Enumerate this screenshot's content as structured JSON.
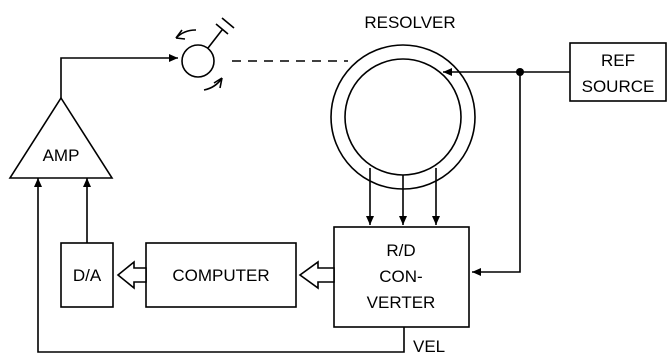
{
  "diagram": {
    "resolver_label": "RESOLVER",
    "ref_source_label_1": "REF",
    "ref_source_label_2": "SOURCE",
    "amp_label": "AMP",
    "da_label": "D/A",
    "computer_label": "COMPUTER",
    "rd_label_1": "R/D",
    "rd_label_2": "CON-",
    "rd_label_3": "VERTER",
    "vel_label": "VEL"
  }
}
